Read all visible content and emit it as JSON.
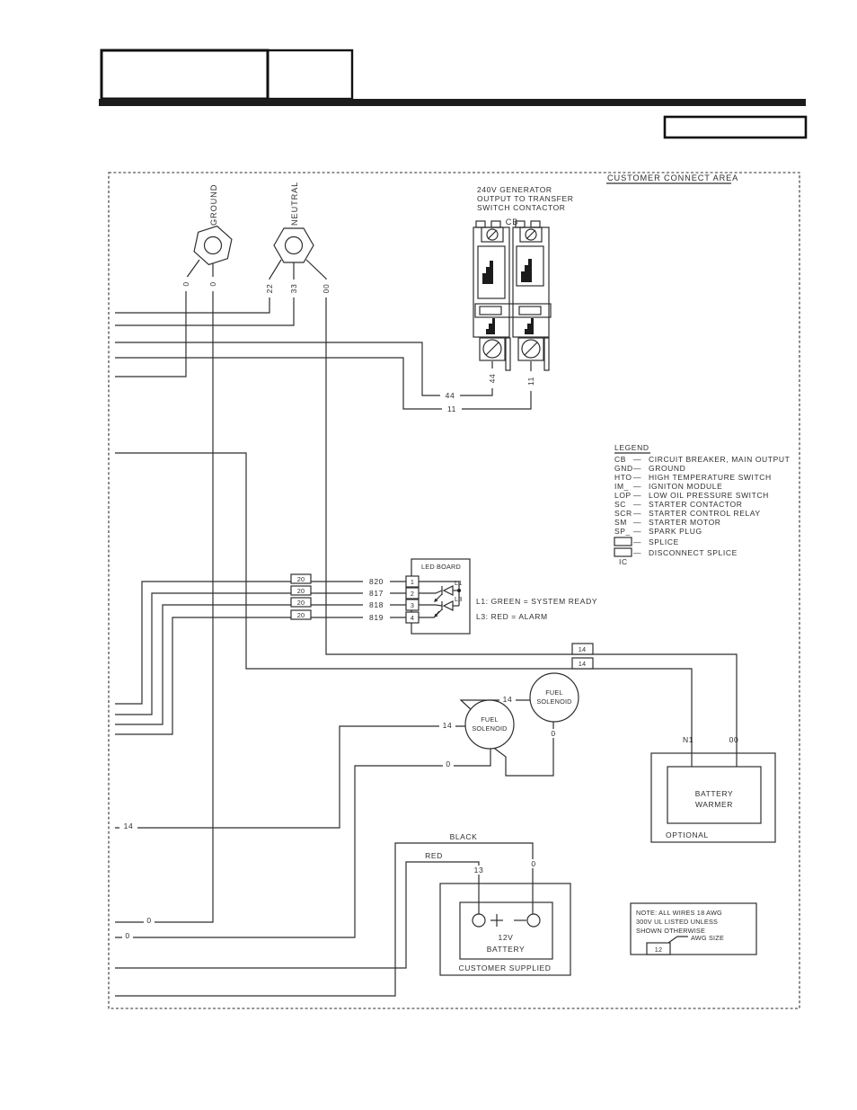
{
  "diagram": {
    "area_title": "CUSTOMER CONNECT AREA",
    "cb_label": "CB",
    "cb_note": {
      "l1": "240V GENERATOR",
      "l2": "OUTPUT TO TRANSFER",
      "l3": "SWITCH CONTACTOR"
    },
    "terminals": {
      "ground": "GROUND",
      "neutral": "NEUTRAL",
      "g0a": "0",
      "g0b": "0",
      "n22": "22",
      "n33": "33",
      "n00": "00"
    },
    "cb_wires": {
      "v44": "44",
      "v11": "11",
      "h44": "44",
      "h11": "11"
    },
    "legend": {
      "title": "LEGEND",
      "dash": "—",
      "entries": [
        {
          "abbr": "CB",
          "desc": "CIRCUIT BREAKER, MAIN OUTPUT"
        },
        {
          "abbr": "GND",
          "desc": "GROUND"
        },
        {
          "abbr": "HTO",
          "desc": "HIGH TEMPERATURE SWITCH"
        },
        {
          "abbr": "IM_",
          "desc": "IGNITON MODULE"
        },
        {
          "abbr": "LOP",
          "desc": "LOW OIL PRESSURE SWITCH"
        },
        {
          "abbr": "SC",
          "desc": "STARTER CONTACTOR"
        },
        {
          "abbr": "SCR",
          "desc": "STARTER CONTROL RELAY"
        },
        {
          "abbr": "SM",
          "desc": "STARTER MOTOR"
        },
        {
          "abbr": "SP_",
          "desc": "SPARK PLUG"
        }
      ],
      "splice": "SPLICE",
      "disconnect_splice": "DISCONNECT SPLICE",
      "ic": "IC"
    },
    "led_board": {
      "title": "LED BOARD",
      "terminals": [
        "1",
        "2",
        "3",
        "4"
      ],
      "wires": [
        "820",
        "817",
        "818",
        "819"
      ],
      "awg": "20",
      "l1": "L1",
      "l3": "L3",
      "note1": "L1: GREEN = SYSTEM READY",
      "note2": "L3: RED = ALARM"
    },
    "solenoid": {
      "l1": "FUEL",
      "l2": "SOLENOID"
    },
    "splice14": "14",
    "wire14": "14",
    "wire0": "0",
    "wire13": "13",
    "warmer": {
      "n1": "N1",
      "n00": "00",
      "l1": "BATTERY",
      "l2": "WARMER",
      "tag": "OPTIONAL"
    },
    "battery": {
      "black": "BLACK",
      "red": "RED",
      "v": "12V",
      "name": "BATTERY",
      "supplied": "CUSTOMER SUPPLIED"
    },
    "note": {
      "l1": "NOTE: ALL WIRES 18 AWG",
      "l2": "300V UL LISTED UNLESS",
      "l3": "SHOWN OTHERWISE",
      "awg_size": "AWG SIZE",
      "awg12": "12"
    }
  }
}
